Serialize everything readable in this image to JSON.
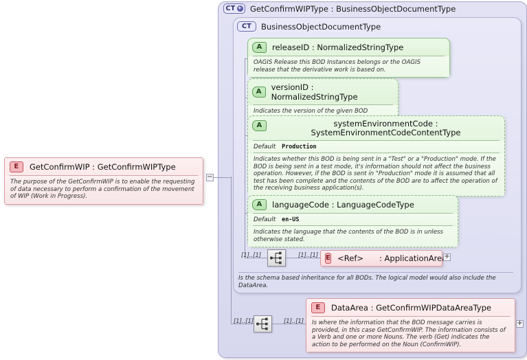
{
  "diagram": {
    "type": "xsd-schema-diagram",
    "root_element": {
      "badge": "E",
      "title": "GetConfirmWIP : GetConfirmWIPType",
      "documentation": "The purpose of the GetConfirmWIP is to enable the requesting of data necessary to perform a confirmation of the movement of WIP (Work in Progress).",
      "toggle": "−"
    },
    "complex_type": {
      "badge": "CT",
      "badge_plus": "+",
      "title": "GetConfirmWIPType : BusinessObjectDocumentType"
    },
    "base_type": {
      "badge": "CT",
      "title": "BusinessObjectDocumentType",
      "documentation": "Is the schema based inheritance for all BODs. The logical model would also include the DataArea."
    },
    "attributes": [
      {
        "badge": "A",
        "title": "releaseID : NormalizedStringType",
        "documentation": "OAGIS Release this BOD Instances belongs or the OAGIS release that the derivative work is based on.",
        "border": "solid"
      },
      {
        "badge": "A",
        "title": "versionID : NormalizedStringType",
        "documentation": "Indicates the version of the given BOD defintion.",
        "border": "dashed"
      },
      {
        "badge": "A",
        "title": "systemEnvironmentCode : SystemEnvironmentCodeContentType",
        "default_label": "Default",
        "default_value": "Production",
        "documentation": "Indicates whether this BOD is being sent in a \"Test\" or a \"Production\" mode. If the BOD is being sent in a test mode, it's information should not affect the business operation. However, if the BOD is sent in \"Production\" mode it is assumed that all test has been complete and the contents of the BOD are to affect the operation of the receiving business application(s).",
        "border": "dashed"
      },
      {
        "badge": "A",
        "title": "languageCode : LanguageCodeType",
        "default_label": "Default",
        "default_value": "en-US",
        "documentation": "Indicates the language that the contents of the BOD is in unless otherwise stated.",
        "border": "dashed"
      }
    ],
    "particles": [
      {
        "name": "application-area",
        "badge": "E",
        "ref_label": "<Ref>",
        "title": ": ApplicationArea",
        "cardinality_left": "[1]..[1]",
        "cardinality_right": "[1]..[1]",
        "compositor": "sequence",
        "toggle": "+"
      },
      {
        "name": "data-area",
        "badge": "E",
        "title": "DataArea : GetConfirmWIPDataAreaType",
        "documentation": "Is where the information that the BOD message carries is provided, in this case GetConfirmWIP. The information consists of a Verb and one or more Nouns. The verb (Get) indicates the action to be performed on the Noun (ConfirmWIP).",
        "cardinality_left": "[1]..[1]",
        "cardinality_right": "[1]..[1]",
        "compositor": "sequence",
        "toggle": "+"
      }
    ],
    "colors": {
      "container_bg": "#dcdcf2",
      "inner_bg": "#e6e6f6",
      "attribute_bg": "#e2f4dc",
      "attribute_border": "#8fbd88",
      "element_bg": "#fae4e6",
      "element_border": "#d79aa0",
      "connector": "#9a9ab8"
    }
  }
}
